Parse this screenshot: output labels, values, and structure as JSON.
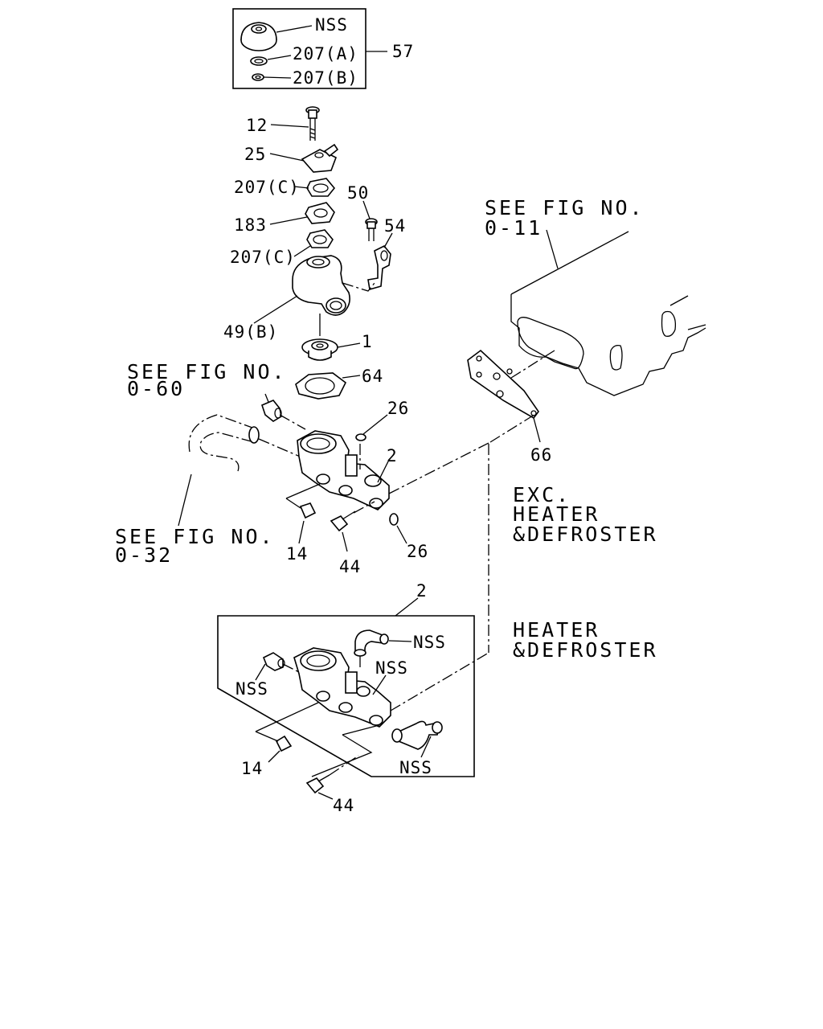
{
  "labels": {
    "nss_top": "NSS",
    "l207a": "207(A)",
    "l207b": "207(B)",
    "l57": "57",
    "l12": "12",
    "l25": "25",
    "l207c_1": "207(C)",
    "l183": "183",
    "l207c_2": "207(C)",
    "l50": "50",
    "l54": "54",
    "l49b": "49(B)",
    "l1": "1",
    "l64": "64",
    "l26_top": "26",
    "l2_top": "2",
    "l66": "66",
    "l14_top": "14",
    "l44_top": "44",
    "l26_bot": "26",
    "l2_box": "2",
    "nss_elbow": "NSS",
    "nss_left": "NSS",
    "nss_mid": "NSS",
    "nss_hose": "NSS",
    "l14_box": "14",
    "l44_box": "44"
  },
  "references": {
    "fig_011_line1": "SEE FIG NO.",
    "fig_011_line2": "0-11",
    "fig_060_line1": "SEE FIG NO.",
    "fig_060_line2": "0-60",
    "fig_032_line1": "SEE FIG NO.",
    "fig_032_line2": "0-32"
  },
  "variants": {
    "exc_line1": "EXC.",
    "exc_line2": "HEATER",
    "exc_line3": "&DEFROSTER",
    "with_line1": "HEATER",
    "with_line2": "&DEFROSTER"
  }
}
